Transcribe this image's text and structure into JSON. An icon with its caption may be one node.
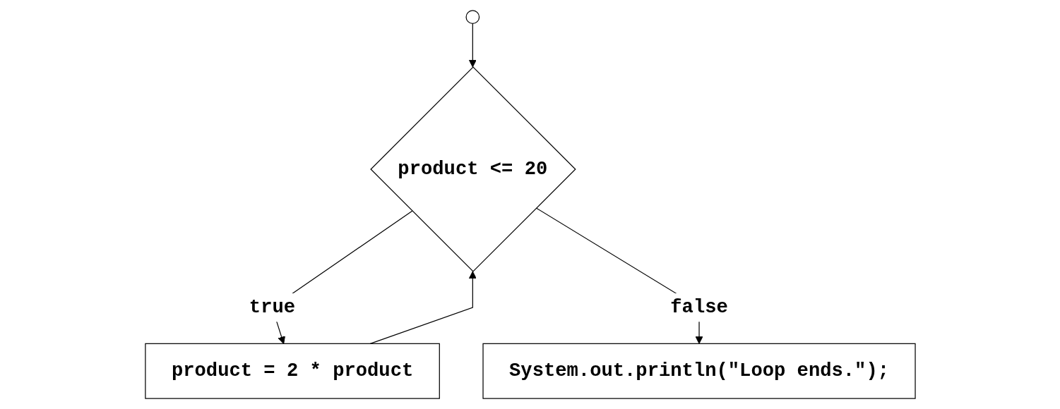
{
  "diagram": {
    "nodes": [
      {
        "text": [],
        "shape": "circle"
      },
      {
        "text": [
          "product <= 20"
        ]
      },
      {
        "text": [
          "product = 2 * product"
        ]
      },
      {
        "text": [
          "System.out.println(\"Loop ends.\");"
        ]
      }
    ],
    "edges": [
      {
        "from": 0,
        "to": 1,
        "arrow": "to"
      },
      {
        "from": 1,
        "to": 2,
        "label": "true",
        "arrow": "to"
      },
      {
        "from": 2,
        "to": 1,
        "arrow": "to"
      },
      {
        "from": 1,
        "to": 3,
        "label": "false",
        "arrow": "to"
      }
    ]
  }
}
